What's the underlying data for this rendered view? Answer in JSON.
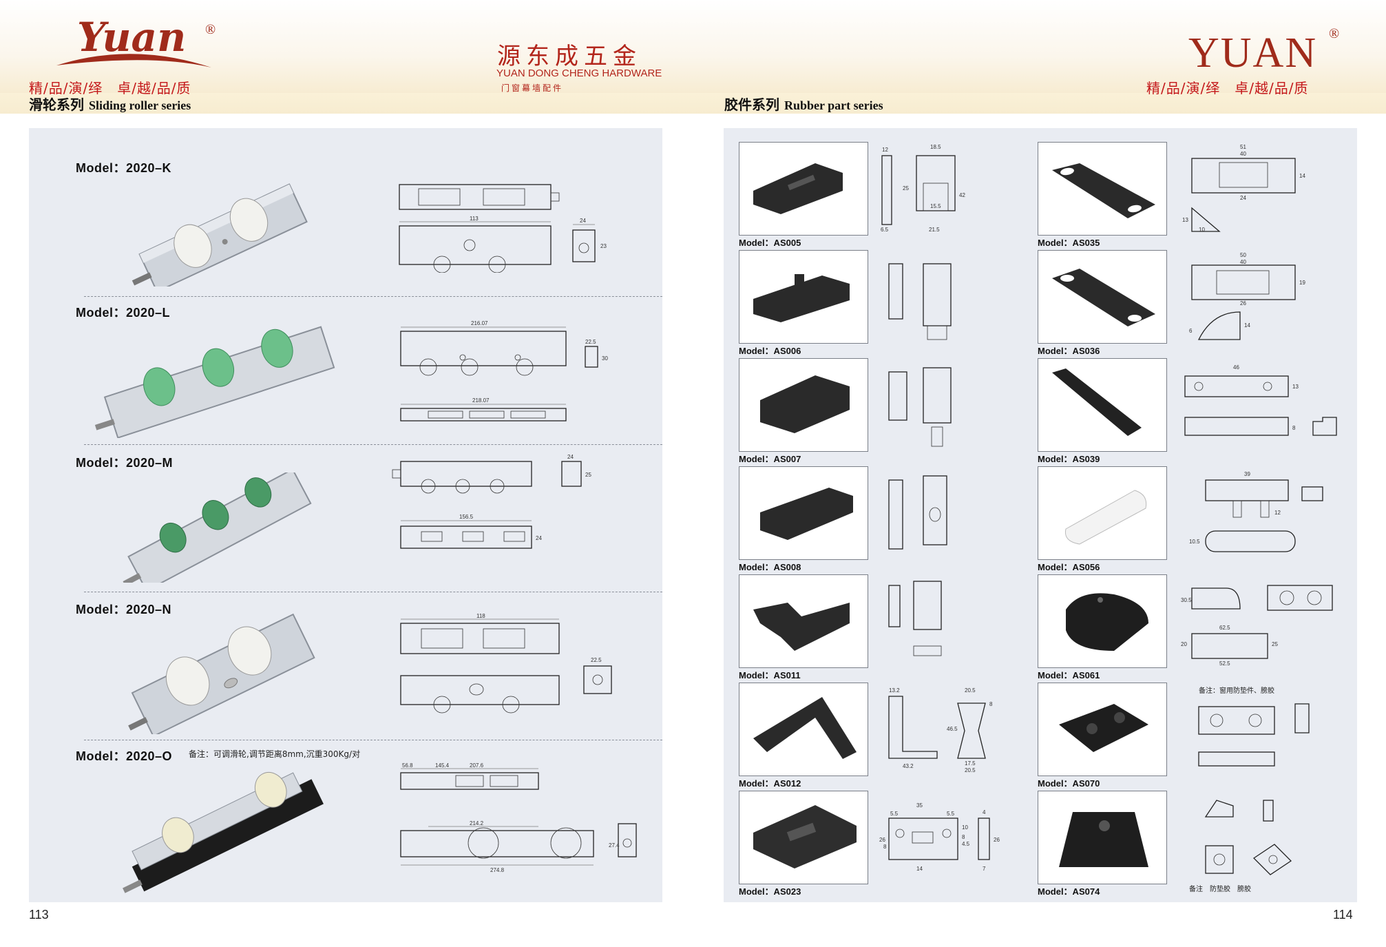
{
  "header": {
    "logo_left": "Yuan",
    "registered_mark": "®",
    "slogan_left": "精/品/演/绎　卓/越/品/质",
    "center_cn": "源东成五金",
    "center_en": "YUAN DONG CHENG HARDWARE",
    "center_sub": "门窗幕墙配件",
    "logo_right": "YUAN",
    "slogan_right": "精/品/演/绎　卓/越/品/质"
  },
  "left_section": {
    "title_cn": "滑轮系列",
    "title_en": "Sliding roller series",
    "products": [
      {
        "model": "Model：2020–K",
        "note": ""
      },
      {
        "model": "Model：2020–L",
        "note": ""
      },
      {
        "model": "Model：2020–M",
        "note": ""
      },
      {
        "model": "Model：2020–N",
        "note": ""
      },
      {
        "model": "Model：2020–O",
        "note": "备注：可调滑轮,调节距离8mm,沉重300Kg/对"
      }
    ]
  },
  "right_section": {
    "title_cn": "胶件系列",
    "title_en": "Rubber part series",
    "products_left_col": [
      {
        "model": "Model：AS005"
      },
      {
        "model": "Model：AS006"
      },
      {
        "model": "Model：AS007"
      },
      {
        "model": "Model：AS008"
      },
      {
        "model": "Model：AS011"
      },
      {
        "model": "Model：AS012"
      },
      {
        "model": "Model：AS023"
      }
    ],
    "products_right_col": [
      {
        "model": "Model：AS035"
      },
      {
        "model": "Model：AS036"
      },
      {
        "model": "Model：AS039"
      },
      {
        "model": "Model：AS056"
      },
      {
        "model": "Model：AS061"
      },
      {
        "model": "Model：AS070",
        "note": "备注：窗用防垫件、膀胶"
      },
      {
        "model": "Model：AS074",
        "note": "备注　防垫胶　膀胶"
      }
    ]
  },
  "dims": {
    "k": [
      "113",
      "24",
      "23"
    ],
    "l": [
      "216.07",
      "22.5",
      "30",
      "218.07"
    ],
    "m": [
      "24",
      "25",
      "156.5",
      "24"
    ],
    "n": [
      "118",
      "22.5"
    ],
    "o": [
      "56.8",
      "145.4",
      "207.6",
      "214.2",
      "274.8",
      "27.4"
    ],
    "as005": [
      "12",
      "18.5",
      "42",
      "21.5",
      "15.5",
      "6.5",
      "25"
    ],
    "as035": [
      "51",
      "40",
      "24",
      "14",
      "10",
      "13"
    ],
    "as036": [
      "50",
      "40",
      "26",
      "19",
      "14",
      "6"
    ],
    "as039": [
      "46",
      "13",
      "8"
    ],
    "as056": [
      "39",
      "12",
      "10.5"
    ],
    "as061": [
      "30.5",
      "62.5",
      "52.5",
      "20",
      "25"
    ],
    "as012": [
      "13.2",
      "20.5",
      "46.5",
      "43.2",
      "17.5",
      "20.5",
      "8"
    ],
    "as023": [
      "35",
      "5.5",
      "5.5",
      "26",
      "8",
      "10",
      "14",
      "4",
      "7",
      "26",
      "8",
      "4.5"
    ]
  },
  "footer": {
    "page_left": "113",
    "page_right": "114"
  }
}
